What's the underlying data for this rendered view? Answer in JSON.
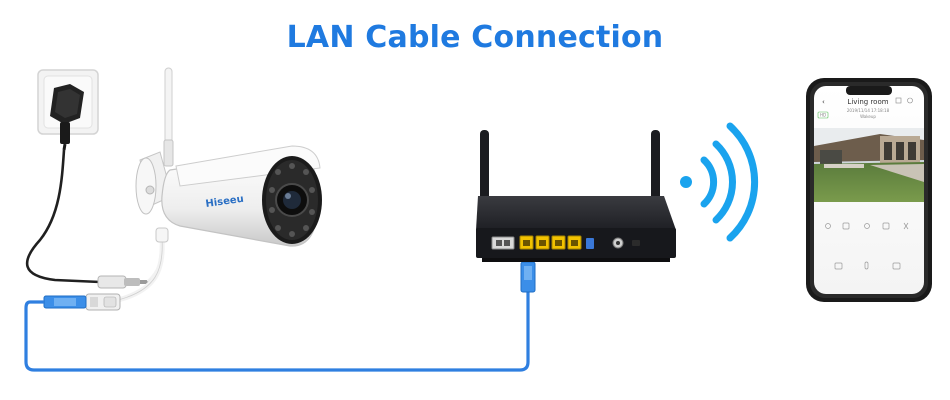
{
  "title": "LAN Cable Connection",
  "camera": {
    "brand": "Hiseeu"
  },
  "phone": {
    "screen_title": "Living room",
    "timestamp": "2019/11/14 17:18:18",
    "sub_label": "Wakeup",
    "badge": "HD"
  },
  "colors": {
    "title": "#1f7ae0",
    "lan_cable": "#2f7fe0",
    "wifi": "#1aa3ee",
    "router": "#1e1f24",
    "router_ports": "#f2c200"
  }
}
